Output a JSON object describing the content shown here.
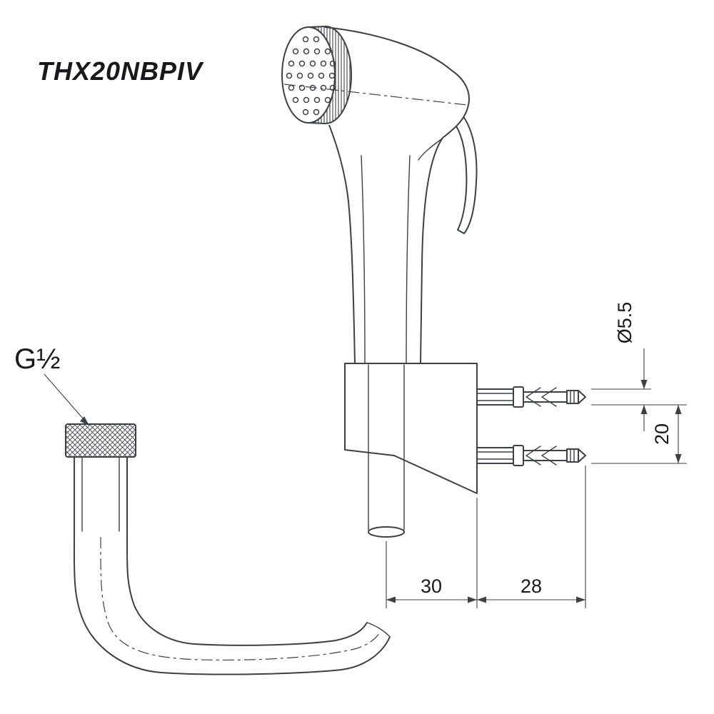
{
  "drawing": {
    "title": "THX20NBPIV",
    "thread_label": "G½",
    "dimensions": {
      "anchor_diameter": "Ø5.5",
      "anchor_spacing": "20",
      "bracket_offset": "30",
      "anchor_length": "28"
    },
    "colors": {
      "line": "#3c4047",
      "ink": "#17191c",
      "background": "#ffffff"
    }
  }
}
